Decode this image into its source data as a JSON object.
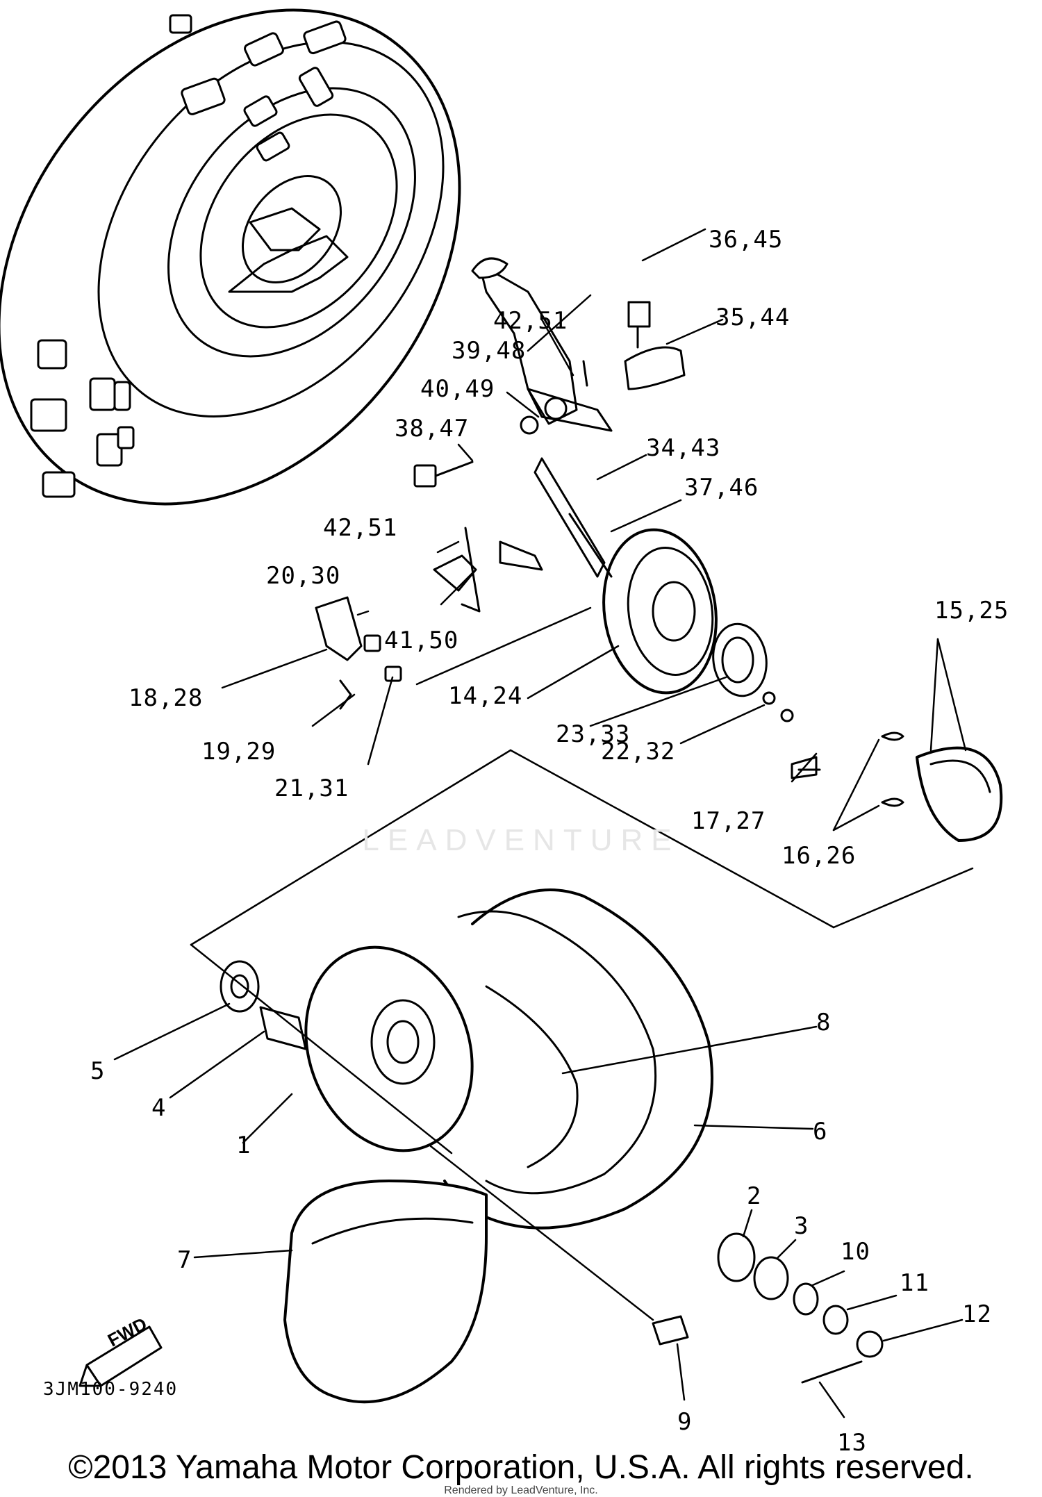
{
  "diagram": {
    "figure_code": "3JM100-9240",
    "copyright": "©2013 Yamaha Motor Corporation, U.S.A. All rights reserved.",
    "rendered_by": "Rendered by LeadVenture, Inc.",
    "watermark": "LEADVENTURE",
    "fwd_label": "FWD",
    "callouts": [
      {
        "id": "c1",
        "text": "1"
      },
      {
        "id": "c2",
        "text": "2"
      },
      {
        "id": "c3",
        "text": "3"
      },
      {
        "id": "c4",
        "text": "4"
      },
      {
        "id": "c5",
        "text": "5"
      },
      {
        "id": "c6",
        "text": "6"
      },
      {
        "id": "c7",
        "text": "7"
      },
      {
        "id": "c8",
        "text": "8"
      },
      {
        "id": "c9",
        "text": "9"
      },
      {
        "id": "c10",
        "text": "10"
      },
      {
        "id": "c11",
        "text": "11"
      },
      {
        "id": "c12",
        "text": "12"
      },
      {
        "id": "c13",
        "text": "13"
      },
      {
        "id": "c14",
        "text": "14,24"
      },
      {
        "id": "c15",
        "text": "15,25"
      },
      {
        "id": "c16",
        "text": "16,26"
      },
      {
        "id": "c17",
        "text": "17,27"
      },
      {
        "id": "c18",
        "text": "18,28"
      },
      {
        "id": "c19",
        "text": "19,29"
      },
      {
        "id": "c20",
        "text": "20,30"
      },
      {
        "id": "c21",
        "text": "21,31"
      },
      {
        "id": "c22",
        "text": "22,32"
      },
      {
        "id": "c23",
        "text": "23,33"
      },
      {
        "id": "c34",
        "text": "34,43"
      },
      {
        "id": "c35",
        "text": "35,44"
      },
      {
        "id": "c36",
        "text": "36,45"
      },
      {
        "id": "c37",
        "text": "37,46"
      },
      {
        "id": "c38",
        "text": "38,47"
      },
      {
        "id": "c39",
        "text": "39,48"
      },
      {
        "id": "c40",
        "text": "40,49"
      },
      {
        "id": "c41",
        "text": "41,50"
      },
      {
        "id": "c42a",
        "text": "42,51"
      },
      {
        "id": "c42b",
        "text": "42,51"
      }
    ]
  }
}
